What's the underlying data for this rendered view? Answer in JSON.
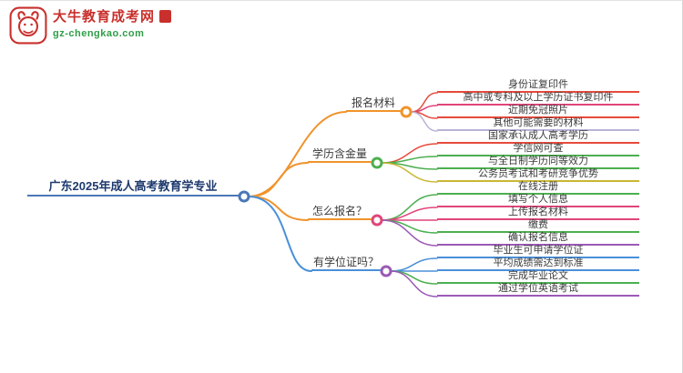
{
  "logo": {
    "title": "大牛教育成考网",
    "domain": "gz-chengkao.com",
    "brand_color": "#c9302c",
    "domain_color": "#2e9e46"
  },
  "root": {
    "label": "广东2025年成人高考教育学专业",
    "color": "#4a78b8",
    "text_color": "#1e3a6e"
  },
  "branches": [
    {
      "label": "报名材料",
      "color": "#f0932b",
      "circle_color": "#f0932b",
      "children": [
        {
          "label": "身份证复印件",
          "color": "#e64a3c"
        },
        {
          "label": "高中或专科及以上学历证书复印件",
          "color": "#e0457b"
        },
        {
          "label": "近期免冠照片",
          "color": "#e64a3c"
        },
        {
          "label": "其他可能需要的材料",
          "color": "#b9b3d8"
        }
      ]
    },
    {
      "label": "学历含金量",
      "color": "#f0932b",
      "circle_color": "#4caf50",
      "children": [
        {
          "label": "国家承认成人高考学历",
          "color": "#e64a3c"
        },
        {
          "label": "学信网可查",
          "color": "#4caf50"
        },
        {
          "label": "与全日制学历同等效力",
          "color": "#4caf50"
        },
        {
          "label": "公务员考试和考研竞争优势",
          "color": "#c9b833"
        }
      ]
    },
    {
      "label": "怎么报名？",
      "color": "#f0932b",
      "circle_color": "#e0457b",
      "children": [
        {
          "label": "在线注册",
          "color": "#4caf50"
        },
        {
          "label": "填写个人信息",
          "color": "#e0457b"
        },
        {
          "label": "上传报名材料",
          "color": "#e0457b"
        },
        {
          "label": "缴费",
          "color": "#4caf50"
        },
        {
          "label": "确认报名信息",
          "color": "#9b59b6"
        }
      ]
    },
    {
      "label": "有学位证吗？",
      "color": "#4a90d9",
      "circle_color": "#9b59b6",
      "children": [
        {
          "label": "毕业生可申请学位证",
          "color": "#4a90d9"
        },
        {
          "label": "平均成绩需达到标准",
          "color": "#4a90d9"
        },
        {
          "label": "完成毕业论文",
          "color": "#4caf50"
        },
        {
          "label": "通过学位英语考试",
          "color": "#9b59b6"
        }
      ]
    }
  ]
}
